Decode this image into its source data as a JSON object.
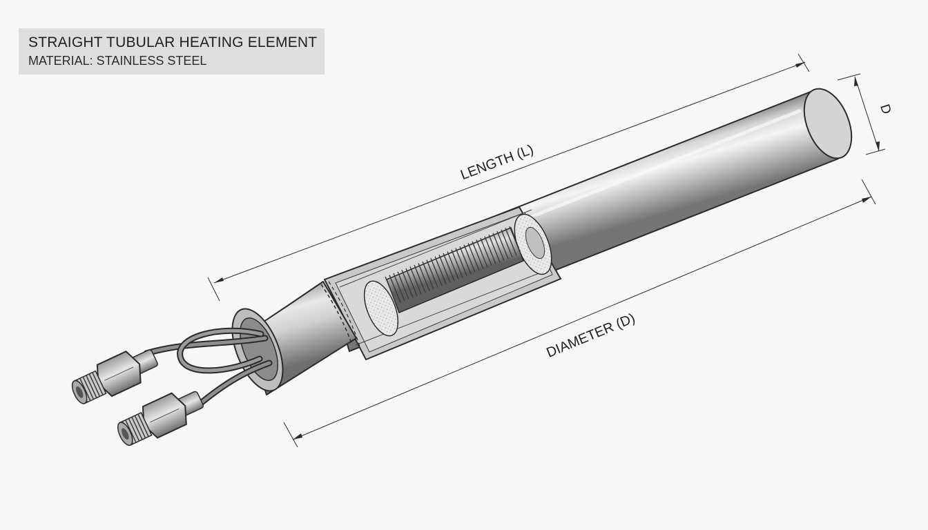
{
  "title": {
    "line1": "STRAIGHT TUBULAR HEATING ELEMENT",
    "line2": "MATERIAL: STAINLESS STEEL"
  },
  "dimensions": {
    "length_label": "LENGTH (L)",
    "diameter_label": "DIAMETER (D)",
    "end_diameter_label": "D"
  },
  "colors": {
    "background": "#f7f7f7",
    "title_box": "#dedede",
    "steel_light": "#eeeeee",
    "steel_dark": "#8a8a8a",
    "outline": "#2a2a2a"
  }
}
